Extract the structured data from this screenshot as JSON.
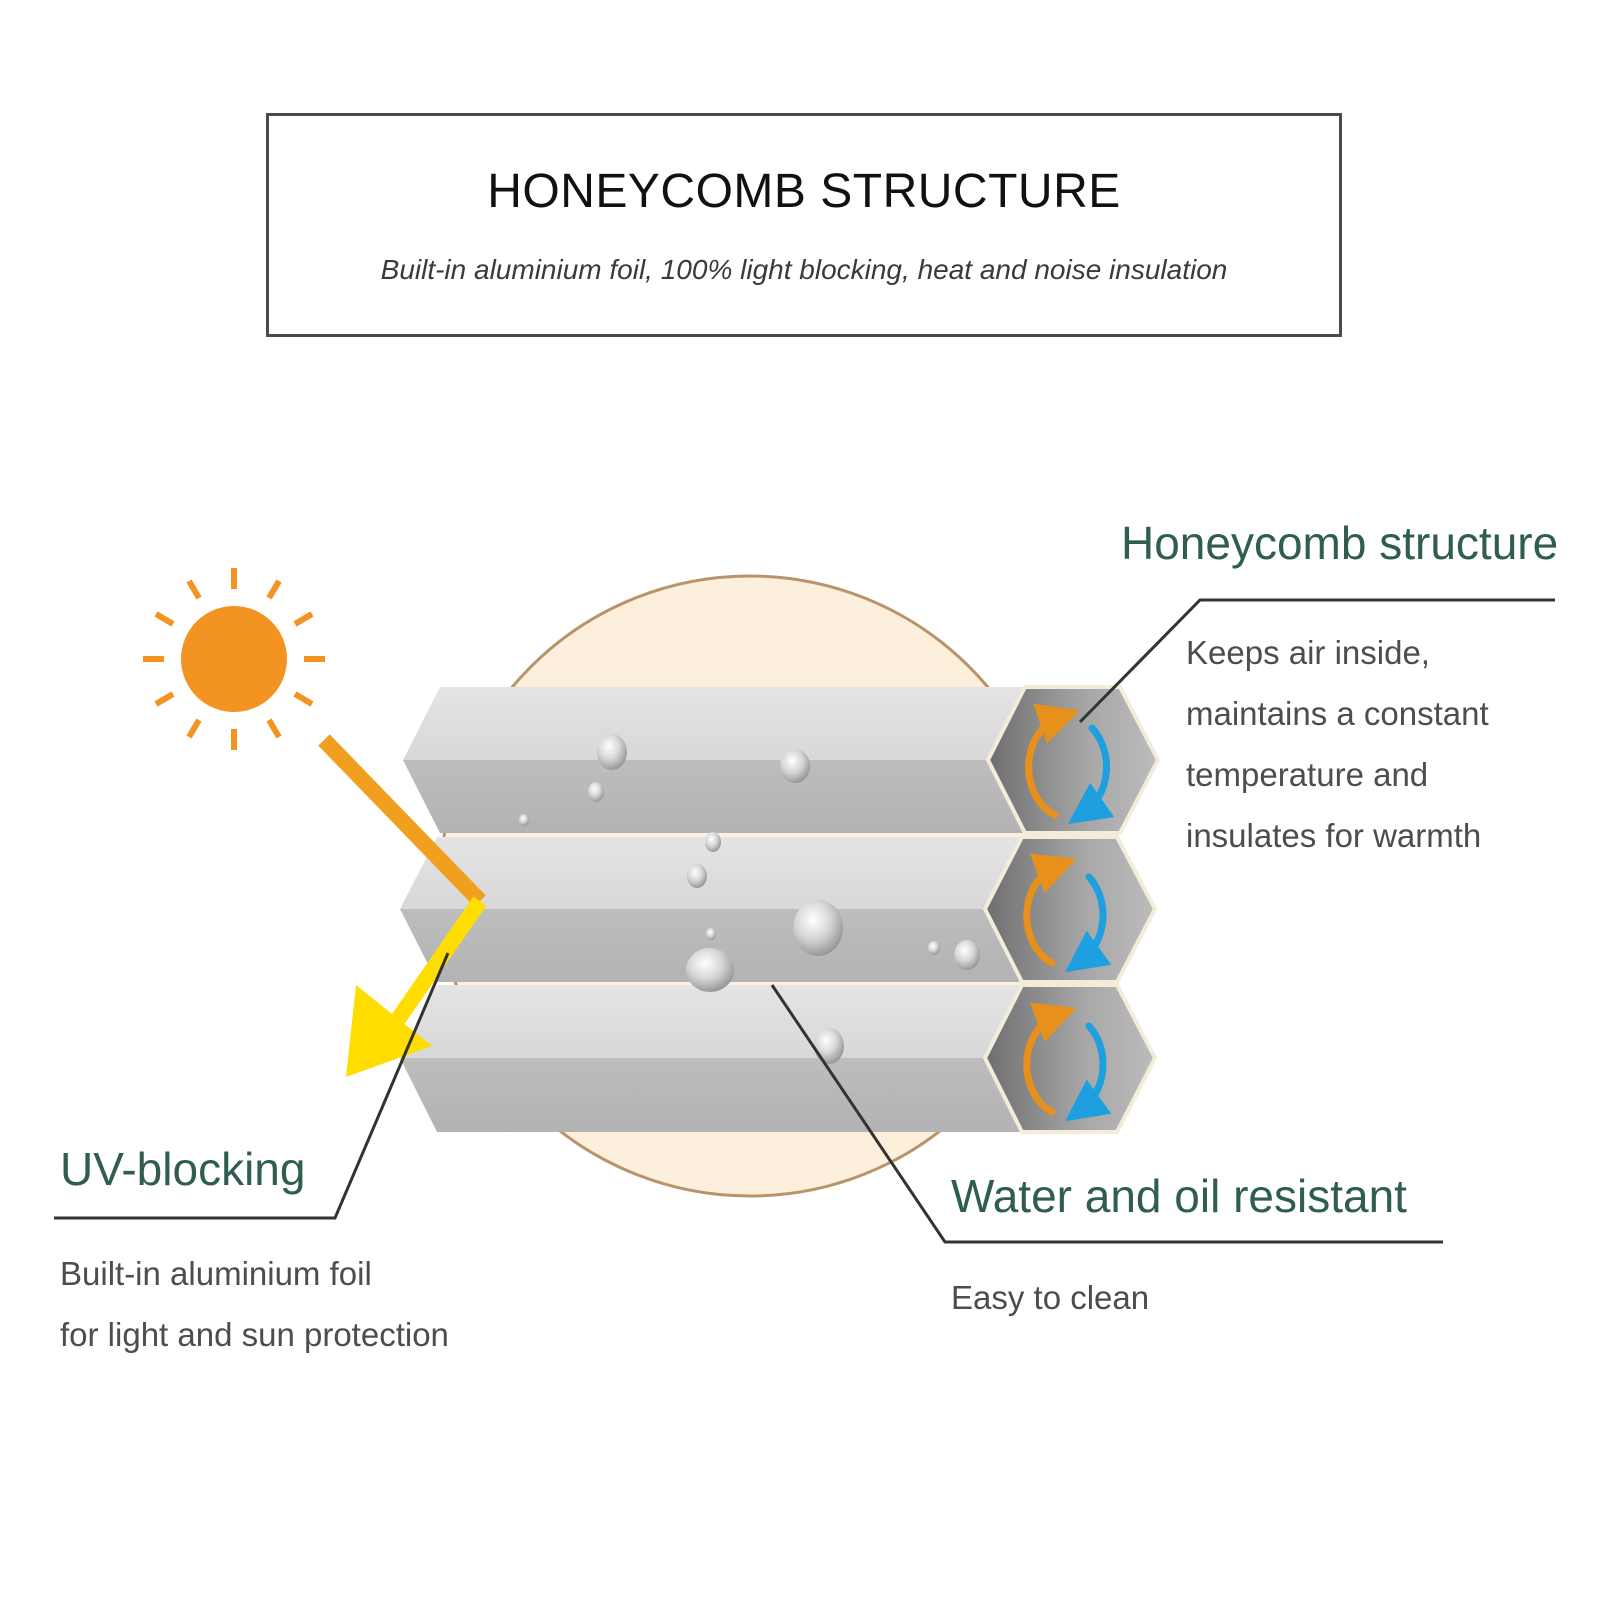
{
  "header": {
    "title": "HONEYCOMB STRUCTURE",
    "subtitle": "Built-in aluminium foil, 100% light blocking, heat and noise insulation"
  },
  "callouts": {
    "honeycomb": {
      "title": "Honeycomb structure",
      "lines": [
        "Keeps air inside,",
        "maintains a constant",
        "temperature and",
        "insulates for warmth"
      ]
    },
    "uv": {
      "title": "UV-blocking",
      "lines": [
        "Built-in aluminium foil",
        "for light and sun protection"
      ]
    },
    "water": {
      "title": "Water and oil resistant",
      "lines": [
        "Easy to clean"
      ]
    }
  },
  "colors": {
    "accent_green": "#2f5d52",
    "sun_orange": "#f39322",
    "ray_orange": "#f0a01e",
    "ray_yellow": "#ffdd00",
    "arrow_blue": "#1e9fe0",
    "arrow_orange": "#e8901c"
  },
  "icons": [
    "sun-icon",
    "light-ray-arrow",
    "air-circulation-icon",
    "water-droplet"
  ]
}
